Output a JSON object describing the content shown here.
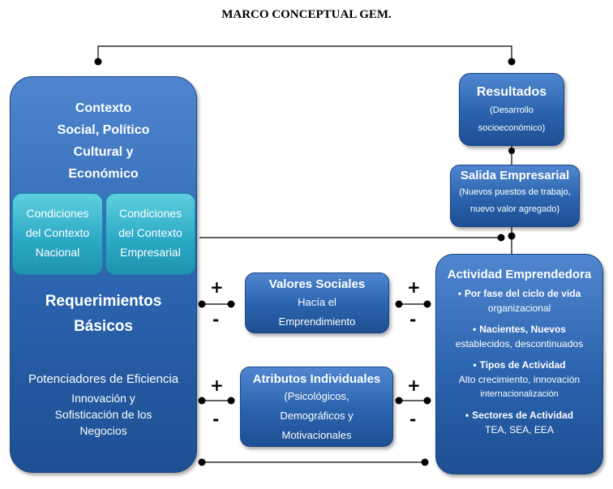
{
  "title": "MARCO CONCEPTUAL GEM.",
  "left_box": {
    "context_lines": [
      "Contexto",
      "Social, Político",
      "Cultural y",
      "Económico"
    ],
    "cond1": [
      "Condiciones",
      "del Contexto",
      "Nacional"
    ],
    "cond2": [
      "Condiciones",
      "del Contexto",
      "Empresarial"
    ],
    "requirements": [
      "Requerimientos",
      "Básicos"
    ],
    "enhancers": [
      "Potenciadores de Eficiencia",
      "Innovación y",
      "Sofisticación de los",
      "Negocios"
    ]
  },
  "results": {
    "title": "Resultados",
    "sub": [
      "(Desarrollo",
      "socioeconómico)"
    ]
  },
  "exit": {
    "title": "Salida Empresarial",
    "sub": [
      "(Nuevos puestos de trabajo,",
      "nuevo valor agregado)"
    ]
  },
  "values": {
    "title": "Valores Sociales",
    "sub": [
      "Hacía el",
      "Emprendimiento"
    ]
  },
  "attributes": {
    "title": "Atributos Individuales",
    "sub": [
      "(Psicológicos,",
      "Demográficos y",
      "Motivacionales"
    ]
  },
  "activity": {
    "title": "Actividad Emprendedora",
    "items": [
      {
        "t": "Por fase del ciclo de vida",
        "d": [
          "organizacional"
        ]
      },
      {
        "t": "Nacientes, Nuevos",
        "d": [
          "establecidos, descontinuados"
        ]
      },
      {
        "t": "Tipos de Actividad",
        "d": [
          "Alto crecimiento, innovación",
          "internacionalización"
        ]
      },
      {
        "t": "Sectores de Actividad",
        "d": [
          "TEA, SEA, EEA"
        ]
      }
    ]
  },
  "signs": {
    "plus": "+",
    "minus": "-"
  },
  "colors": {
    "box_blue": "#2a63ad",
    "teal": "#2aa8c4",
    "line": "#000000"
  }
}
